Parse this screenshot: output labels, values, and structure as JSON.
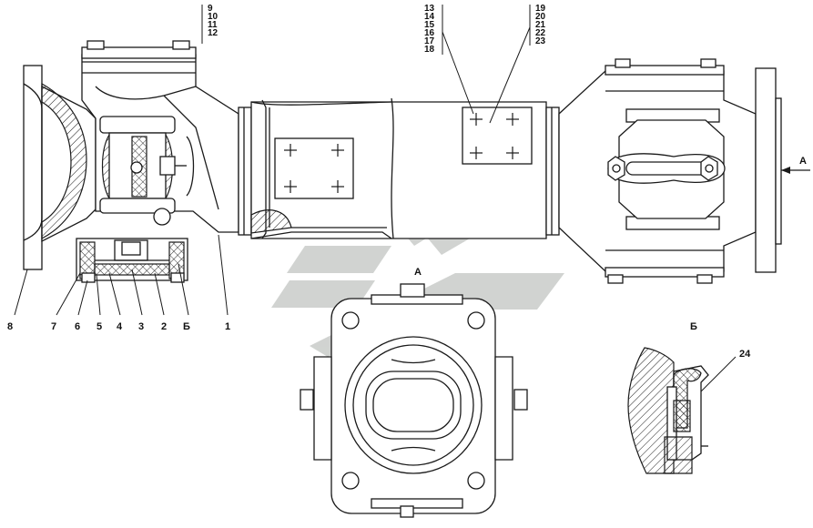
{
  "callouts": {
    "top_group_left": [
      "9",
      "10",
      "11",
      "12"
    ],
    "top_group_mid": [
      "13",
      "14",
      "15",
      "16",
      "17",
      "18"
    ],
    "top_group_right": [
      "19",
      "20",
      "21",
      "22",
      "23"
    ],
    "bottom_row": [
      "8",
      "7",
      "6",
      "5",
      "4",
      "3",
      "2",
      "Б",
      "1"
    ],
    "detail_seal": "24"
  },
  "view_labels": {
    "view_a_arrow": "А",
    "view_a_section": "А",
    "detail_b": "Б"
  },
  "colors": {
    "line": "#1a1a1a",
    "watermark": "#c9ccc9",
    "background": "#ffffff"
  }
}
